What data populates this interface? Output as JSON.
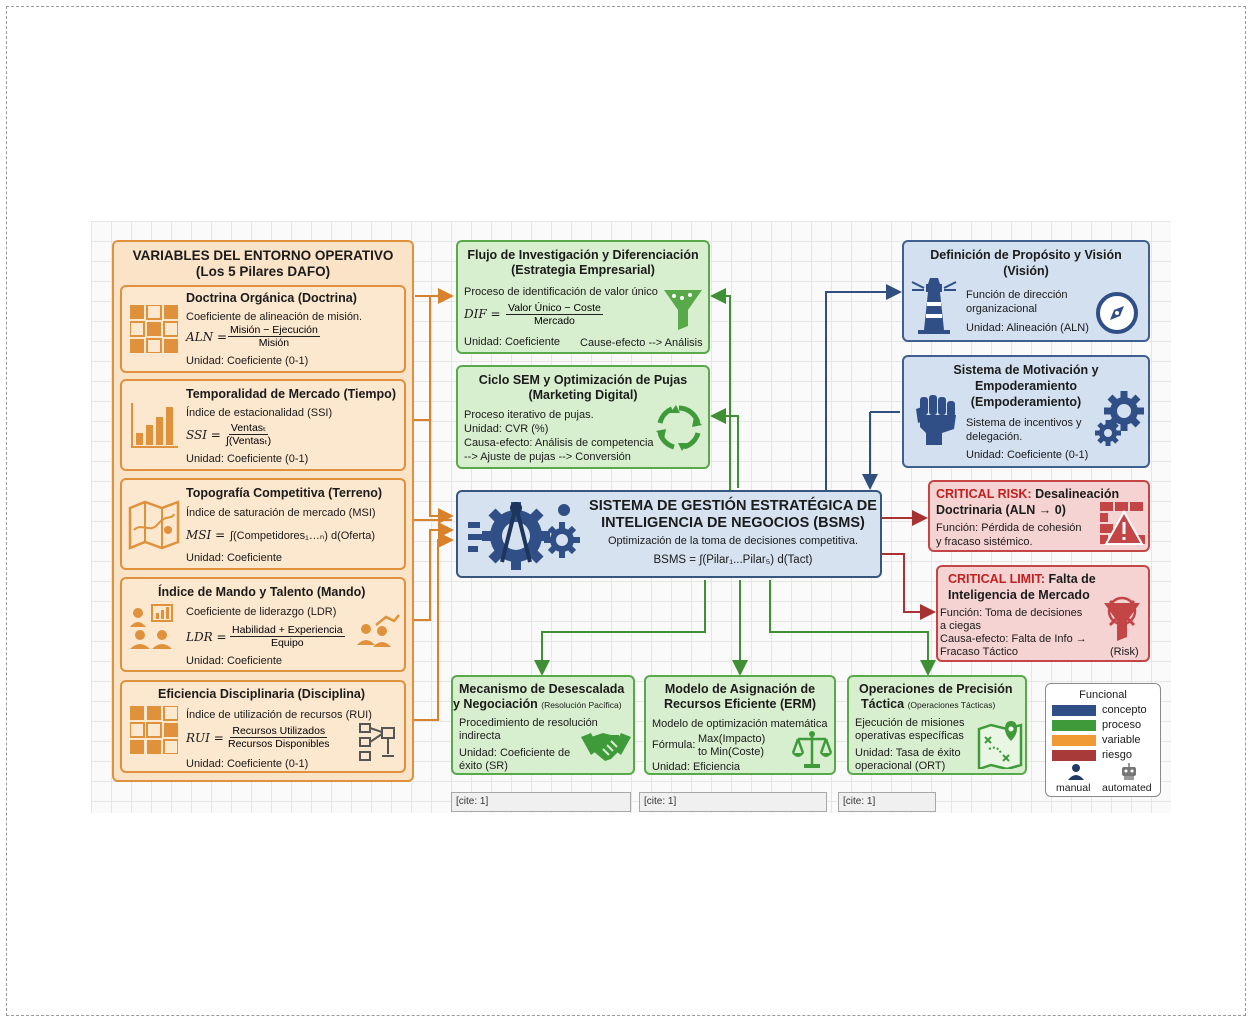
{
  "left": {
    "title": "VARIABLES DEL ENTORNO OPERATIVO",
    "subtitle": "(Los 5 Pilares DAFO)",
    "pillars": [
      {
        "title": "Doctrina Orgánica (Doctrina)",
        "desc": "Coeficiente de alineación de misión.",
        "var": "ALN =",
        "num": "Misión − Ejecución",
        "den": "Misión",
        "unit": "Unidad: Coeficiente (0-1)"
      },
      {
        "title": "Temporalidad de Mercado (Tiempo)",
        "desc": "Índice de estacionalidad (SSI)",
        "var": "SSI =",
        "num": "Ventasₜ",
        "den": "∫(Ventasₜ)",
        "unit": "Unidad: Coeficiente (0-1)"
      },
      {
        "title": "Topografía Competitiva (Terreno)",
        "desc": "Índice de saturación de mercado (MSI)",
        "var": "MSI =",
        "formula": "∫(Competidores₁…ₙ) d(Oferta)",
        "unit": "Unidad: Coeficiente"
      },
      {
        "title": "Índice de Mando y Talento (Mando)",
        "desc": "Coeficiente de liderazgo (LDR)",
        "var": "LDR =",
        "num": "Habilidad + Experiencia",
        "den": "Equipo",
        "unit": "Unidad: Coeficiente"
      },
      {
        "title": "Eficiencia Disciplinaria (Disciplina)",
        "desc": "Índice de utilización de recursos (RUI)",
        "var": "RUI =",
        "num": "Recursos Utilizados",
        "den": "Recursos Disponibles",
        "unit": "Unidad: Coeficiente (0-1)"
      }
    ]
  },
  "flujo": {
    "title": "Flujo de Investigación y Diferenciación",
    "subtitle": "(Estrategia Empresarial)",
    "desc": "Proceso de identificación de valor único",
    "var": "DIF =",
    "num": "Valor Único − Coste",
    "den": "Mercado",
    "unit": "Unidad: Coeficiente",
    "cause": "Cause-efecto --> Análisis"
  },
  "sem": {
    "title": "Ciclo SEM y Optimización de Pujas",
    "subtitle": "(Marketing Digital)",
    "l1": "Proceso iterativo de pujas.",
    "l2": "Unidad: CVR (%)",
    "l3": "Causa-efecto: Análisis de competencia",
    "l4": "--> Ajuste de pujas --> Conversión"
  },
  "center": {
    "title1": "SISTEMA DE GESTIÓN ESTRATÉGICA DE",
    "title2": "INTELIGENCIA DE NEGOCIOS (BSMS)",
    "desc": "Optimización de la toma de decisiones competitiva.",
    "formula": "BSMS = ∫(Pilar₁...Pilar₅) d(Tact)"
  },
  "proposito": {
    "title1": "Definición de Propósito y Visión",
    "title2": "(Visión)",
    "l1": "Función de dirección",
    "l2": "organizacional",
    "unit": "Unidad: Alineación (ALN)"
  },
  "motivacion": {
    "title1": "Sistema de Motivación y",
    "title2": "Empoderamiento",
    "title3": "(Empoderamiento)",
    "l1": "Sistema de incentivos y",
    "l2": "delegación.",
    "unit": "Unidad: Coeficiente (0-1)"
  },
  "risk": {
    "label": "CRITICAL RISK:",
    "title1": "Desalineación",
    "title2": "Doctrinaria (ALN → 0)",
    "l1": "Función: Pérdida de cohesión",
    "l2": "y fracaso sistémico."
  },
  "limit": {
    "label": "CRITICAL LIMIT:",
    "title1": "Falta de",
    "title2": "Inteligencia de Mercado",
    "l1": "Función: Toma de decisiones",
    "l2": "a ciegas",
    "l3": "Causa-efecto: Falta de Info →",
    "l4": "Fracaso Táctico",
    "tag": "(Risk)"
  },
  "desescalada": {
    "title1": "Mecanismo de Desescalada",
    "title2": "y Negociación",
    "title2_small": "(Resolución Pacífica)",
    "l1": "Procedimiento de resolución",
    "l2": "indirecta",
    "l3": "Unidad: Coeficiente de",
    "l4": "éxito (SR)"
  },
  "erm": {
    "title1": "Modelo de Asignación de",
    "title2": "Recursos Eficiente (ERM)",
    "l1": "Modelo de optimización matemática",
    "formula_label": "Fórmula:",
    "f1": "Max(Impacto)",
    "f2": "to Min(Coste)",
    "unit": "Unidad: Eficiencia"
  },
  "ops": {
    "title1": "Operaciones de Precisión",
    "title2": "Táctica",
    "title2_small": "(Operaciones Tácticas)",
    "l1": "Ejecución de misiones",
    "l2": "operativas específicas",
    "l3": "Unidad: Tasa de éxito",
    "l4": "operacional (ORT)"
  },
  "legend": {
    "title": "Funcional",
    "items": [
      {
        "label": "concepto",
        "color": "#2f4f86"
      },
      {
        "label": "proceso",
        "color": "#3f9a3a"
      },
      {
        "label": "variable",
        "color": "#ef9a35"
      },
      {
        "label": "riesgo",
        "color": "#a83a3a"
      }
    ],
    "manual": "manual",
    "automated": "automated"
  },
  "cites": [
    "[cite: 1]",
    "[cite: 1]",
    "[cite: 1]"
  ],
  "colors": {
    "orange": "#e0913c",
    "green": "#58a94a",
    "blue": "#3e5f8f",
    "red": "#c44545"
  }
}
